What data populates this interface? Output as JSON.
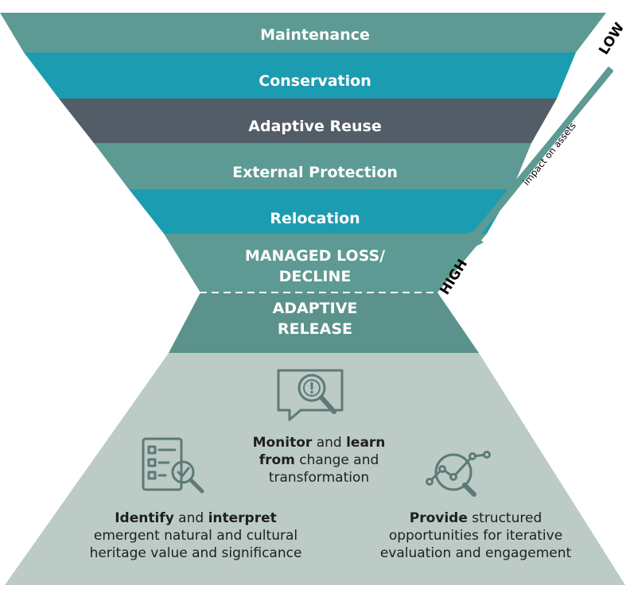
{
  "colors": {
    "teal": "#5d9a93",
    "cyan": "#1c9cb0",
    "slate": "#535d67",
    "release": "#5b938c",
    "base": "#bccbc6",
    "icon": "#5d7a76"
  },
  "bands": [
    {
      "label": "Maintenance",
      "color": "teal"
    },
    {
      "label": "Conservation",
      "color": "cyan"
    },
    {
      "label": "Adaptive Reuse",
      "color": "slate"
    },
    {
      "label": "External Protection",
      "color": "teal"
    },
    {
      "label": "Relocation",
      "color": "cyan"
    },
    {
      "label_line1": "MANAGED LOSS/",
      "label_line2": "DECLINE",
      "color": "teal"
    },
    {
      "label_line1": "ADAPTIVE",
      "label_line2": "RELEASE",
      "color": "release"
    }
  ],
  "scale": {
    "low": "LOW",
    "high": "HIGH",
    "axis": "impact on assets"
  },
  "actions": {
    "monitor": {
      "icon": "magnifier-alert-icon",
      "bold1": "Monitor",
      "t1": " and ",
      "bold2": "learn",
      "t2": " ",
      "bold3": "from",
      "t3": " change and transformation"
    },
    "identify": {
      "icon": "checklist-magnifier-icon",
      "bold1": "Identify",
      "t1": " and ",
      "bold2": "interpret",
      "t2": " emergent natural and cultural heritage value and significance"
    },
    "provide": {
      "icon": "chart-magnifier-icon",
      "bold1": "Provide",
      "t1": " structured opportunities for iterative evaluation and engagement"
    }
  }
}
